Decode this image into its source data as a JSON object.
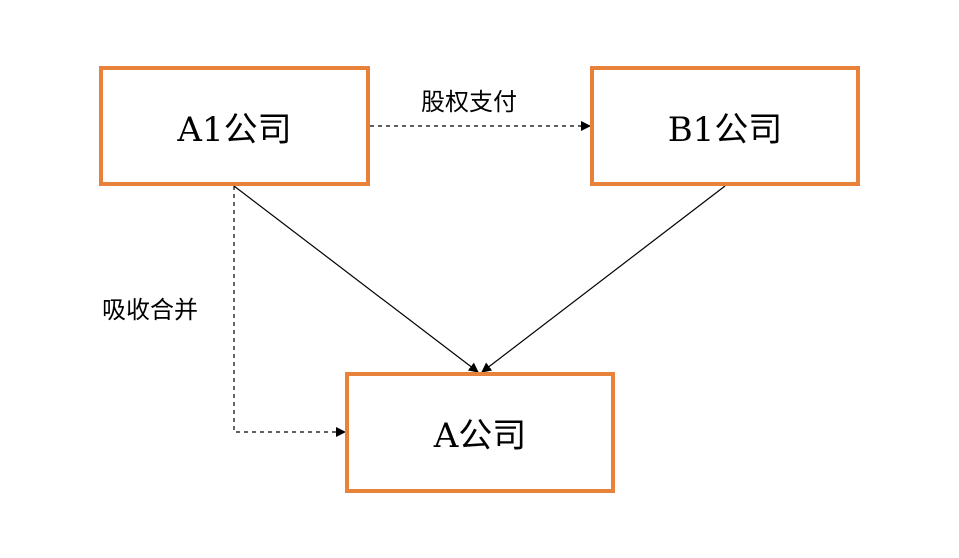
{
  "nodes": {
    "a1": {
      "label": "A1公司"
    },
    "b1": {
      "label": "B1公司"
    },
    "a": {
      "label": "A公司"
    }
  },
  "edges": {
    "equity_payment": {
      "label": "股权支付"
    },
    "absorption_merger": {
      "label": "吸收合并"
    }
  },
  "colors": {
    "box_border": "#E8823A",
    "line": "#000000"
  }
}
